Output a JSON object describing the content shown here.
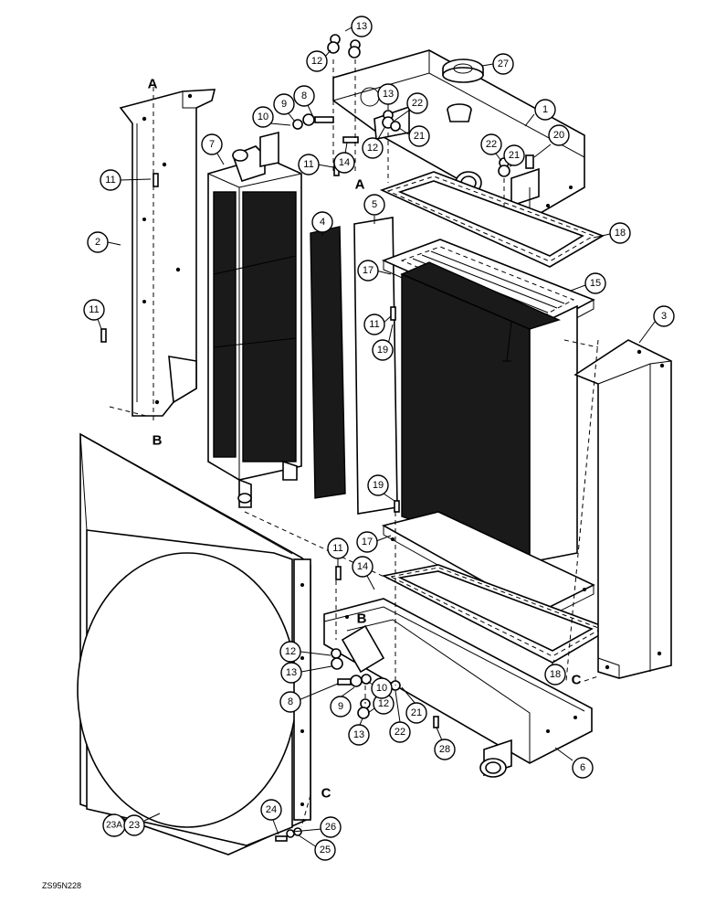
{
  "figure_id": "ZS95N228",
  "callouts": {
    "c1": "1",
    "c2": "2",
    "c3": "3",
    "c4": "4",
    "c5": "5",
    "c6": "6",
    "c7": "7",
    "c8a": "8",
    "c8b": "8",
    "c9a": "9",
    "c9b": "9",
    "c10a": "10",
    "c10b": "10",
    "c11a": "11",
    "c11b": "11",
    "c11c": "11",
    "c11d": "11",
    "c11e": "11",
    "c12a": "12",
    "c12b": "12",
    "c12c": "12",
    "c12d": "12",
    "c13a": "13",
    "c13b": "13",
    "c13c": "13",
    "c13d": "13",
    "c14a": "14",
    "c14b": "14",
    "c15": "15",
    "c17a": "17",
    "c17b": "17",
    "c18a": "18",
    "c18b": "18",
    "c19a": "19",
    "c19b": "19",
    "c20": "20",
    "c21a": "21",
    "c21b": "21",
    "c21c": "21",
    "c22a": "22",
    "c22b": "22",
    "c22c": "22",
    "c23": "23",
    "c23a": "23A",
    "c24": "24",
    "c25": "25",
    "c26": "26",
    "c27": "27",
    "c28": "28"
  },
  "reference_letters": {
    "a_top_left": "A",
    "a_top_mid": "A",
    "b_left": "B",
    "b_mid": "B",
    "c_right": "C",
    "c_bottom": "C"
  }
}
